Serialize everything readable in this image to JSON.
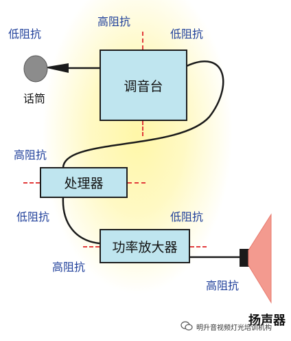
{
  "nodes": {
    "mixer": "调音台",
    "processor": "处理器",
    "amplifier": "功率放大器",
    "microphone": "话筒",
    "speaker": "扬声器"
  },
  "impedance": {
    "low_mic": "低阻抗",
    "high_mixer_in": "高阻抗",
    "low_mixer_out": "低阻抗",
    "high_proc_in": "高阻抗",
    "low_proc_out": "低阻抗",
    "low_amp_top": "低阻抗",
    "high_amp_in": "高阻抗",
    "high_speaker": "高阻抗"
  },
  "watermark": "明升音视频灯光培训机构",
  "colors": {
    "box_fill": "#bfe5ef",
    "label_text": "#1f3f9a",
    "dash": "#e23a3a",
    "speaker": "#f39a8f",
    "glow": "#fff7a8"
  }
}
